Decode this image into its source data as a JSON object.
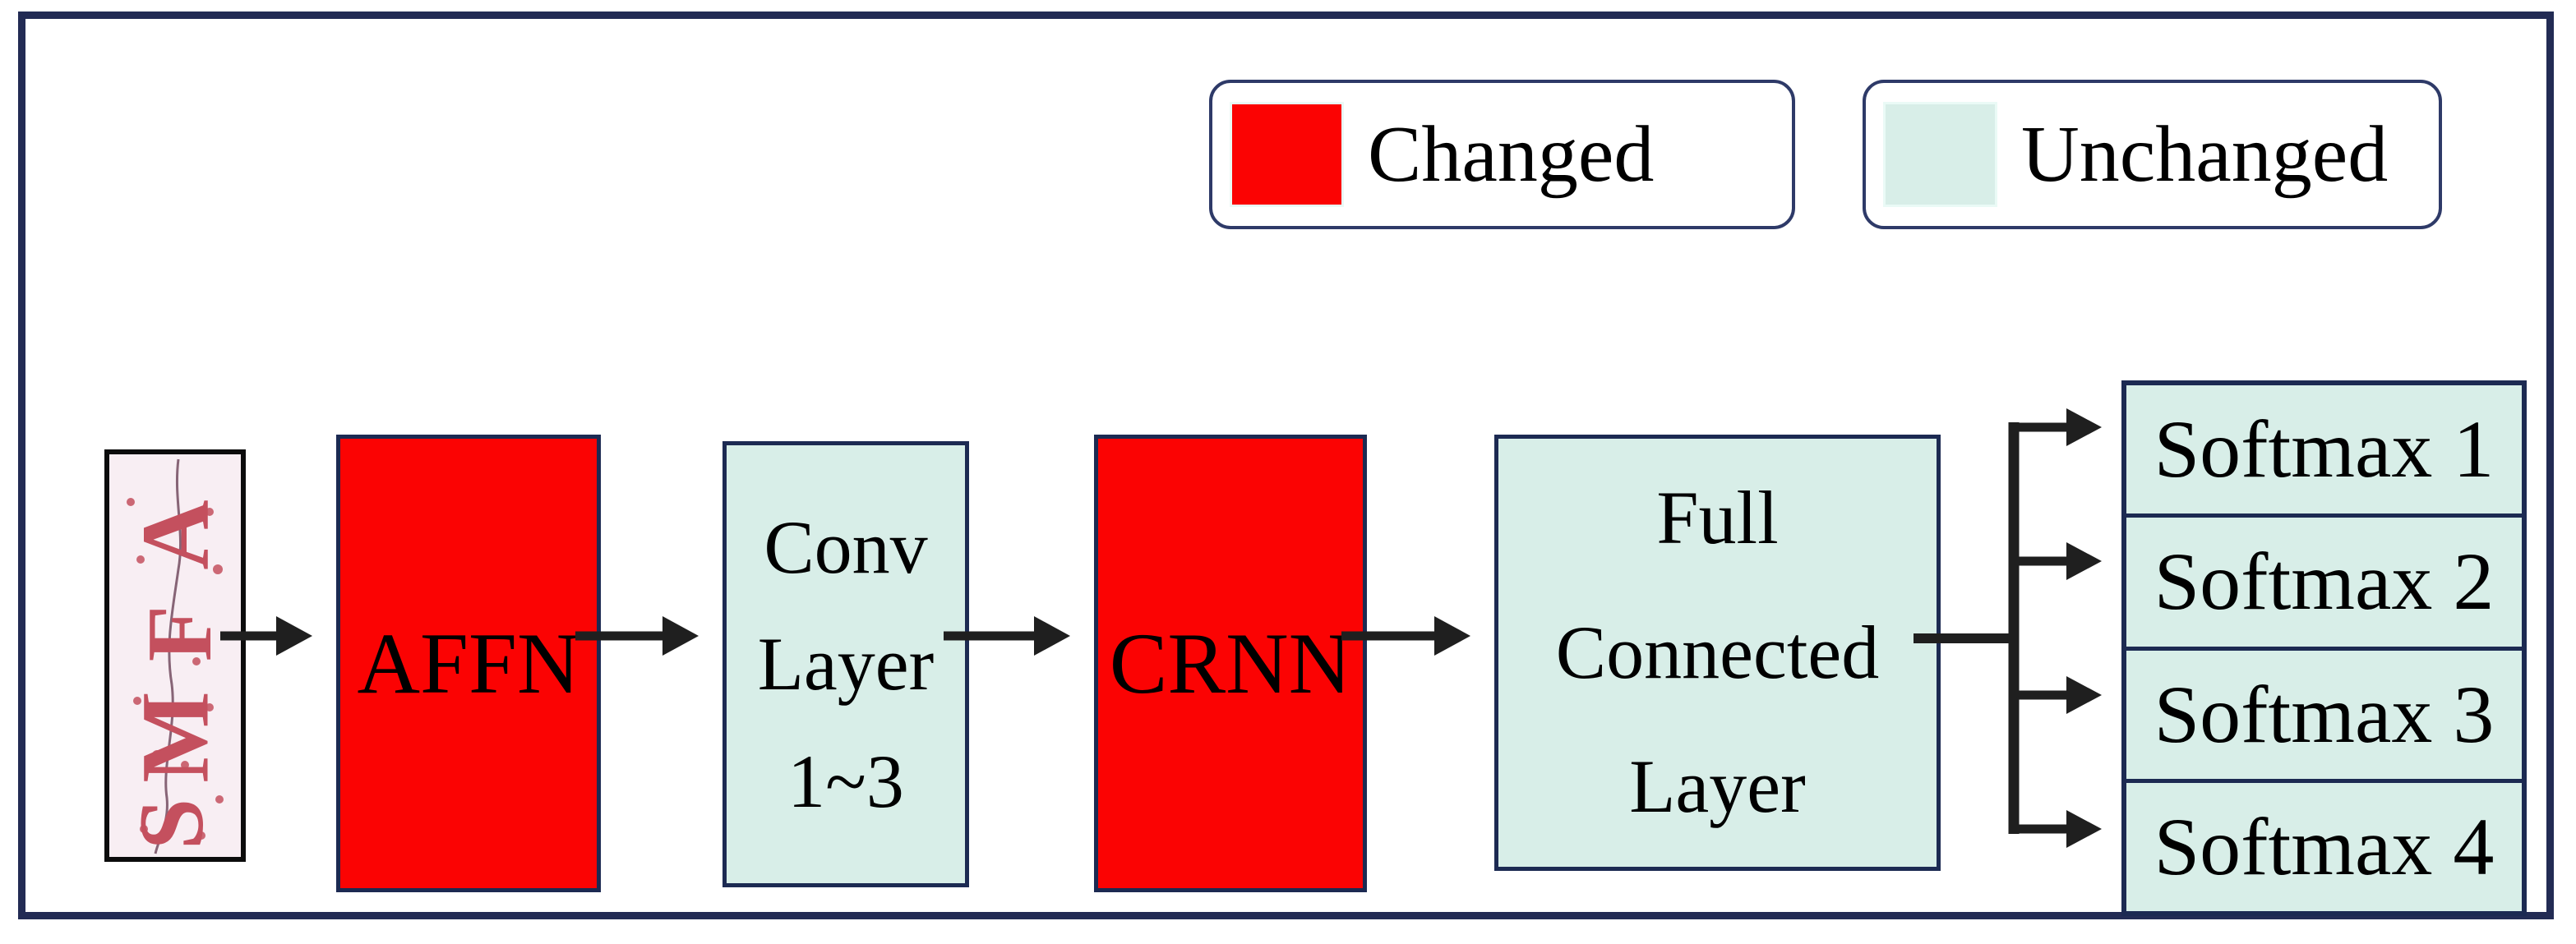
{
  "legend": {
    "items": [
      {
        "label": "Changed",
        "color": "#fb0303"
      },
      {
        "label": "Unchanged",
        "color": "#d8eee8"
      }
    ]
  },
  "diagram": {
    "input": {
      "type": "captcha-image",
      "letters": [
        "A",
        "F",
        "M",
        "S"
      ]
    },
    "nodes": [
      {
        "label": "AFFN",
        "status": "changed"
      },
      {
        "lines": [
          "Conv",
          "Layer",
          "1~3"
        ],
        "status": "unchanged"
      },
      {
        "label": "CRNN",
        "status": "changed"
      },
      {
        "lines": [
          "Full",
          "Connected",
          "Layer"
        ],
        "status": "unchanged"
      }
    ],
    "outputs": [
      {
        "label": "Softmax 1"
      },
      {
        "label": "Softmax 2"
      },
      {
        "label": "Softmax 3"
      },
      {
        "label": "Softmax 4"
      }
    ]
  },
  "colors": {
    "changed": "#fb0303",
    "unchanged": "#d8eee8",
    "node_border": "#1c2a52",
    "frame_border": "#222b54",
    "arrow": "#1f1f1f",
    "captcha_background": "#f8eef3",
    "captcha_glyphs": "#c4505e"
  }
}
